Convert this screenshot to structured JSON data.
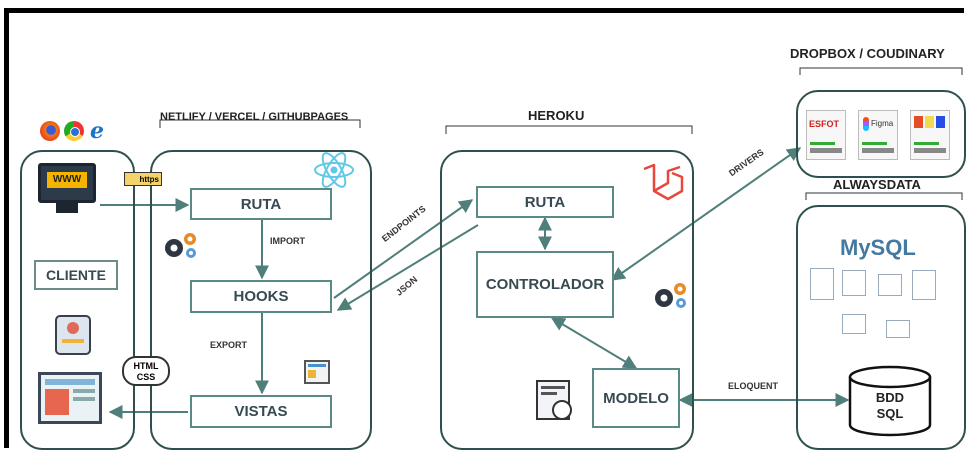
{
  "groups": {
    "frontend": "NETLIFY  / VERCEL / GITHUBPAGES",
    "backend": "HEROKU",
    "storage": "DROPBOX / COUDINARY",
    "database": "ALWAYSDATA"
  },
  "client": {
    "label": "CLIENTE",
    "www": "WWW",
    "https": "https",
    "html_css": "HTML CSS"
  },
  "frontend_nodes": {
    "route": "RUTA",
    "hooks": "HOOKS",
    "views": "VISTAS"
  },
  "backend_nodes": {
    "route": "RUTA",
    "controller": "CONTROLADOR",
    "model": "MODELO"
  },
  "db_node": {
    "line1": "BDD",
    "line2": "SQL"
  },
  "edge_labels": {
    "import": "IMPORT",
    "export": "EXPORT",
    "endpoints": "ENDPOINTS",
    "json": "JSON",
    "drivers": "DRIVERS",
    "eloquent": "ELOQUENT"
  },
  "storage_cards": [
    "ESFOT",
    "Figma",
    ""
  ],
  "mysql": "MySQL",
  "colors": {
    "arrow": "#4f7f7a",
    "box_border": "#5b8a86",
    "group_border": "#2f4f4f",
    "node_text": "#374a52"
  }
}
